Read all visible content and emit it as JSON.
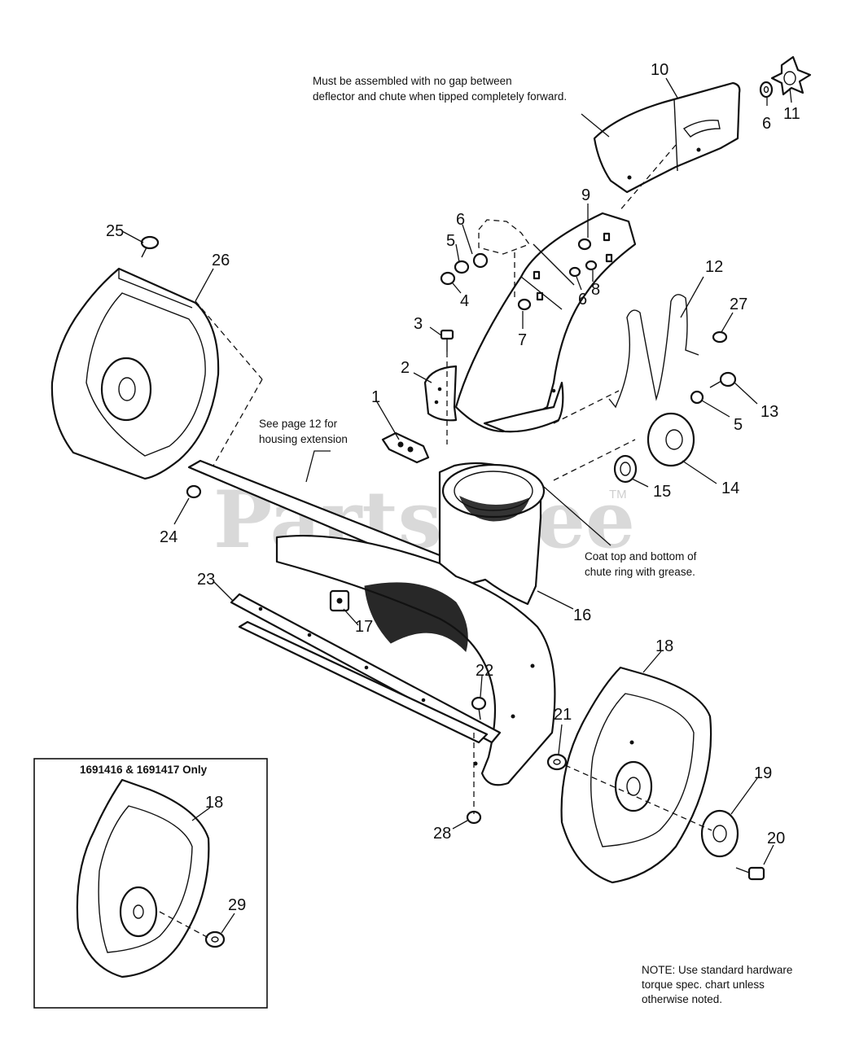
{
  "watermark": {
    "text": "PartsTree",
    "trademark": "TM"
  },
  "notes": {
    "deflector_line1": "Must be assembled with no gap between",
    "deflector_line2": "deflector and chute when tipped completely forward.",
    "housing_line1": "See page 12 for",
    "housing_line2": "housing extension",
    "grease_line1": "Coat top and bottom of",
    "grease_line2": "chute ring with grease.",
    "hardware_line1": "NOTE: Use standard hardware",
    "hardware_line2": "torque spec. chart unless",
    "hardware_line3": "otherwise noted."
  },
  "inset": {
    "title": "1691416 & 1691417 Only"
  },
  "callouts": {
    "c1": "1",
    "c2": "2",
    "c3": "3",
    "c4": "4",
    "c5a": "5",
    "c5b": "5",
    "c6a": "6",
    "c6b": "6",
    "c6c": "6",
    "c7": "7",
    "c8": "8",
    "c9": "9",
    "c10": "10",
    "c11": "11",
    "c12": "12",
    "c13": "13",
    "c14": "14",
    "c15": "15",
    "c16": "16",
    "c17": "17",
    "c18a": "18",
    "c18b": "18",
    "c19": "19",
    "c20": "20",
    "c21": "21",
    "c22": "22",
    "c23": "23",
    "c24": "24",
    "c25": "25",
    "c26": "26",
    "c27": "27",
    "c28": "28",
    "c29": "29"
  }
}
